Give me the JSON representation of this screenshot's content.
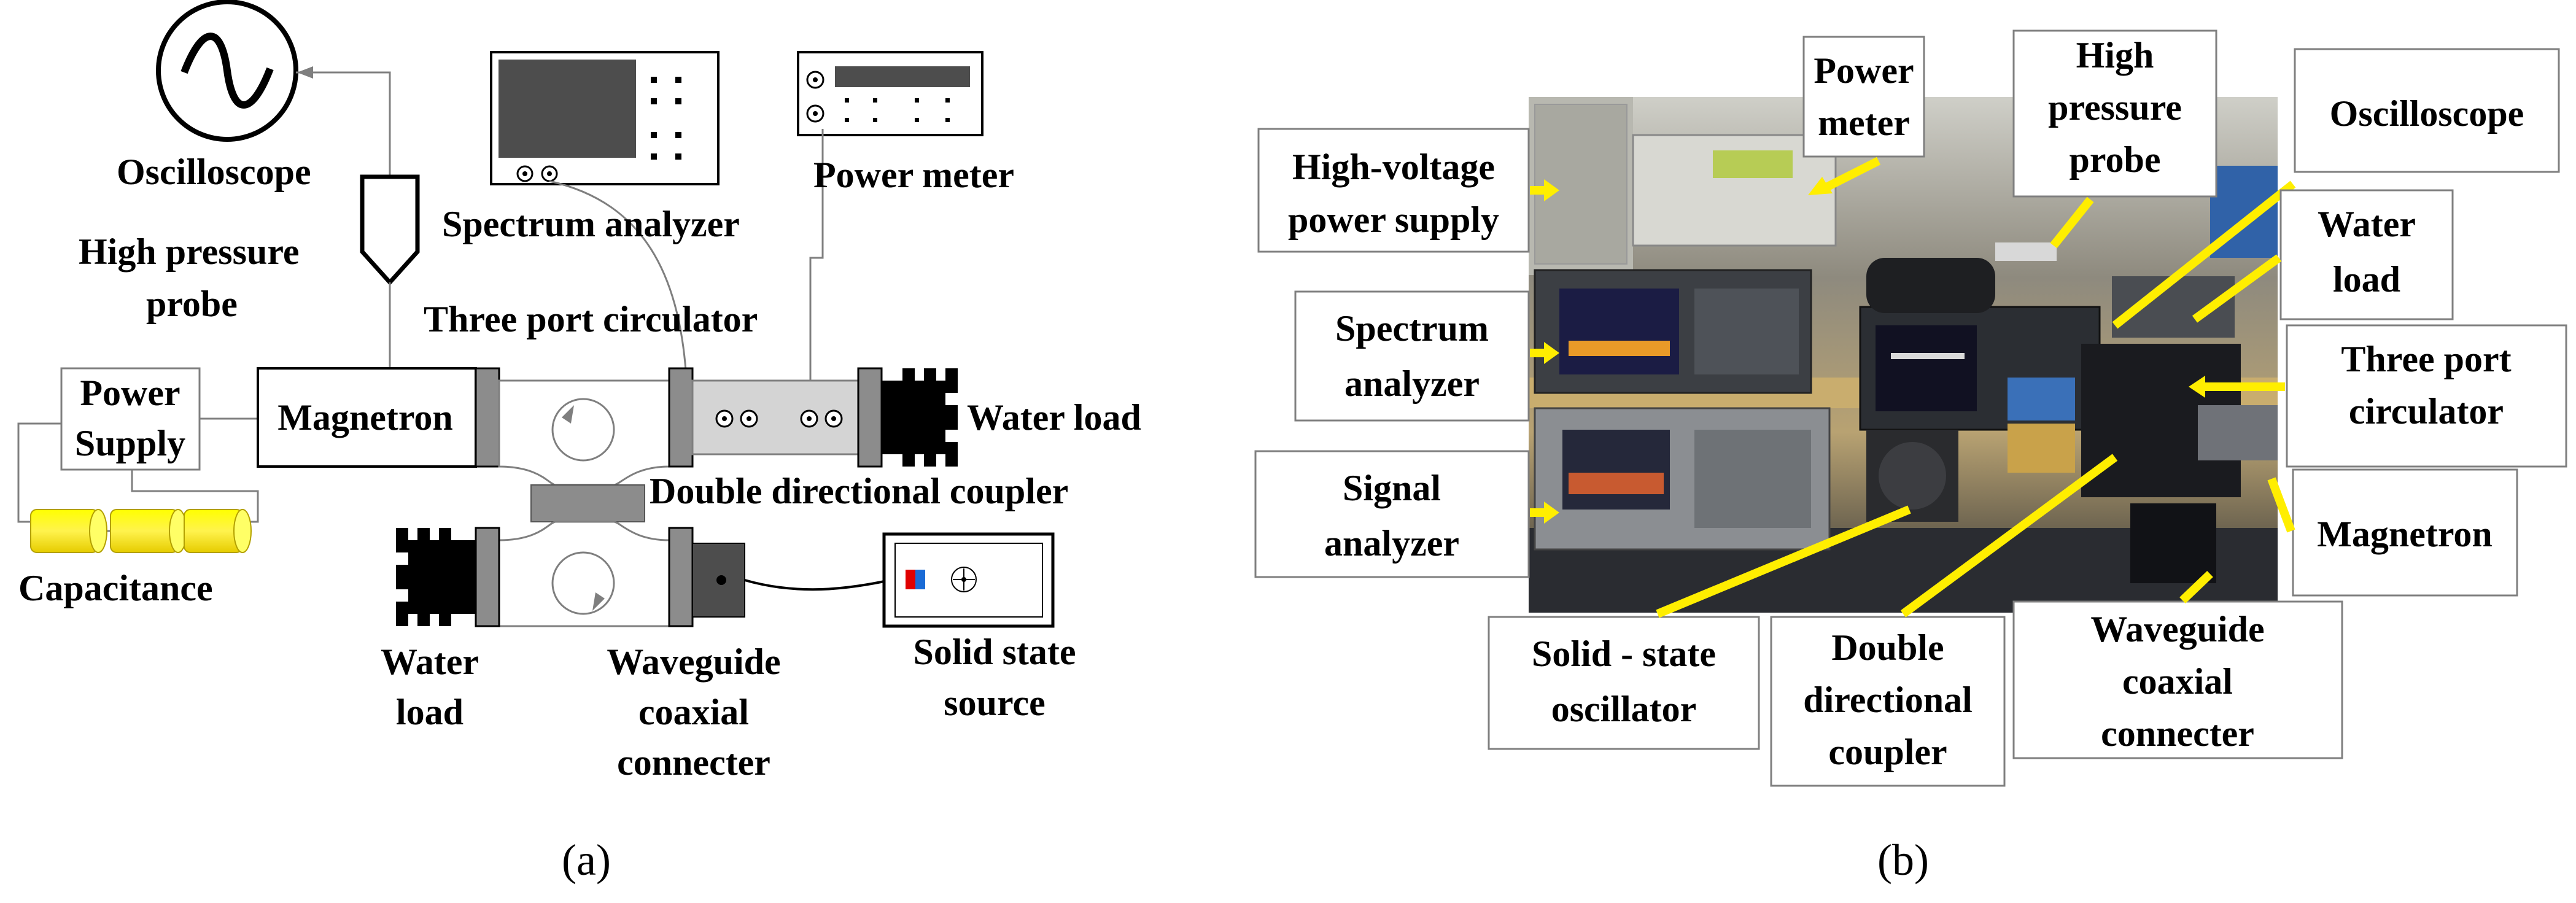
{
  "panel_a": {
    "caption": "(a)",
    "labels": {
      "oscilloscope": "Oscilloscope",
      "high_pressure_probe_line1": "High pressure",
      "high_pressure_probe_line2": "probe",
      "spectrum_analyzer": "Spectrum analyzer",
      "power_meter": "Power meter",
      "three_port_circulator": "Three port circulator",
      "power_supply_line1": "Power",
      "power_supply_line2": "Supply",
      "magnetron": "Magnetron",
      "water_load_right": "Water load",
      "double_directional_coupler": "Double directional coupler",
      "capacitance": "Capacitance",
      "water_load_left_line1": "Water",
      "water_load_left_line2": "load",
      "waveguide_line1": "Waveguide",
      "waveguide_line2": "coaxial",
      "waveguide_line3": "connecter",
      "solid_source_line1": "Solid state",
      "solid_source_line2": "source"
    }
  },
  "panel_b": {
    "caption": "(b)",
    "labels": {
      "power_meter_line1": "Power",
      "power_meter_line2": "meter",
      "high_probe_line1": "High",
      "high_probe_line2": "pressure",
      "high_probe_line3": "probe",
      "oscilloscope": "Oscilloscope",
      "hv_line1": "High-voltage",
      "hv_line2": "power supply",
      "water_load_line1": "Water",
      "water_load_line2": "load",
      "spectrum_line1": "Spectrum",
      "spectrum_line2": "analyzer",
      "circulator_line1": "Three port",
      "circulator_line2": "circulator",
      "signal_line1": "Signal",
      "signal_line2": "analyzer",
      "magnetron": "Magnetron",
      "solid_line1": "Solid - state",
      "solid_line2": "oscillator",
      "coupler_line1": "Double",
      "coupler_line2": "directional",
      "coupler_line3": "coupler",
      "waveguide_line1": "Waveguide",
      "waveguide_line2": "coaxial",
      "waveguide_line3": "connecter"
    }
  },
  "colors": {
    "arrow_yellow": "#ffee00",
    "capacitor_yellow": "#ffff00",
    "magnetron_gray": "#8c8c8c",
    "screen_dark": "#4d4d4d",
    "flange_gray": "#7f7f7f"
  }
}
